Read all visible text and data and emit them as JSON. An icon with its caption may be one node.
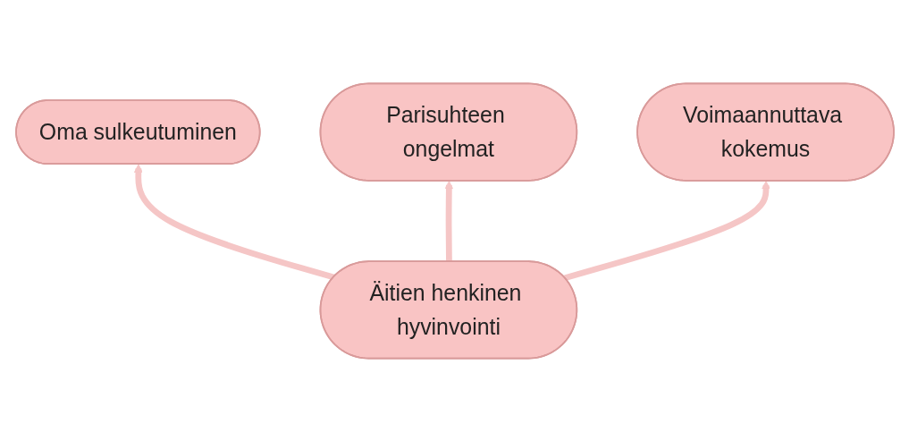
{
  "diagram": {
    "nodes": [
      {
        "text": [
          "Parisuhteen ongelmat"
        ]
      },
      {
        "text": [
          "Oma sulkeutuminen"
        ]
      },
      {
        "text": [
          "Voimaannuttava kokemus"
        ]
      },
      {
        "text": [
          "Äitien henkinen hyvinvointi"
        ]
      }
    ],
    "edges": [
      {
        "from": 3,
        "to": 1,
        "arrow": "to"
      },
      {
        "from": 3,
        "to": 0,
        "arrow": "to"
      },
      {
        "from": 3,
        "to": 2,
        "arrow": "to"
      }
    ]
  }
}
